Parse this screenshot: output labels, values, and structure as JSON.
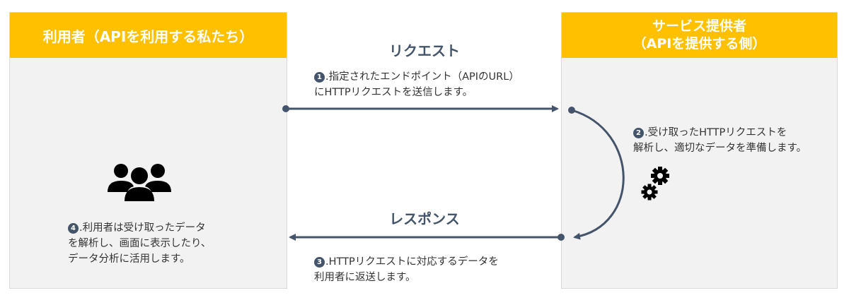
{
  "user_panel": {
    "title": "利用者（APIを利用する私たち）",
    "icon": "users-group-icon",
    "note": {
      "step": "4",
      "lines": [
        ".利用者は受け取ったデータ",
        "を解析し、画面に表示したり、",
        "データ分析に活用します。"
      ]
    }
  },
  "provider_panel": {
    "title_line1": "サービス提供者",
    "title_line2": "（APIを提供する側）",
    "icon": "gears-icon",
    "note": {
      "step": "2",
      "lines": [
        ".受け取ったHTTPリクエストを",
        "解析し、適切なデータを準備します。"
      ]
    }
  },
  "request": {
    "label": "リクエスト",
    "step": "1",
    "lines": [
      ".指定されたエンドポイント（APIのURL）",
      "にHTTPリクエストを送信します。"
    ]
  },
  "response": {
    "label": "レスポンス",
    "step": "3",
    "lines": [
      ".HTTPリクエストに対応するデータを",
      "利用者に返送します。"
    ]
  },
  "colors": {
    "header": "#ffc000",
    "panel": "#f2f2f2",
    "arrow": "#44546a",
    "text": "#333333"
  }
}
